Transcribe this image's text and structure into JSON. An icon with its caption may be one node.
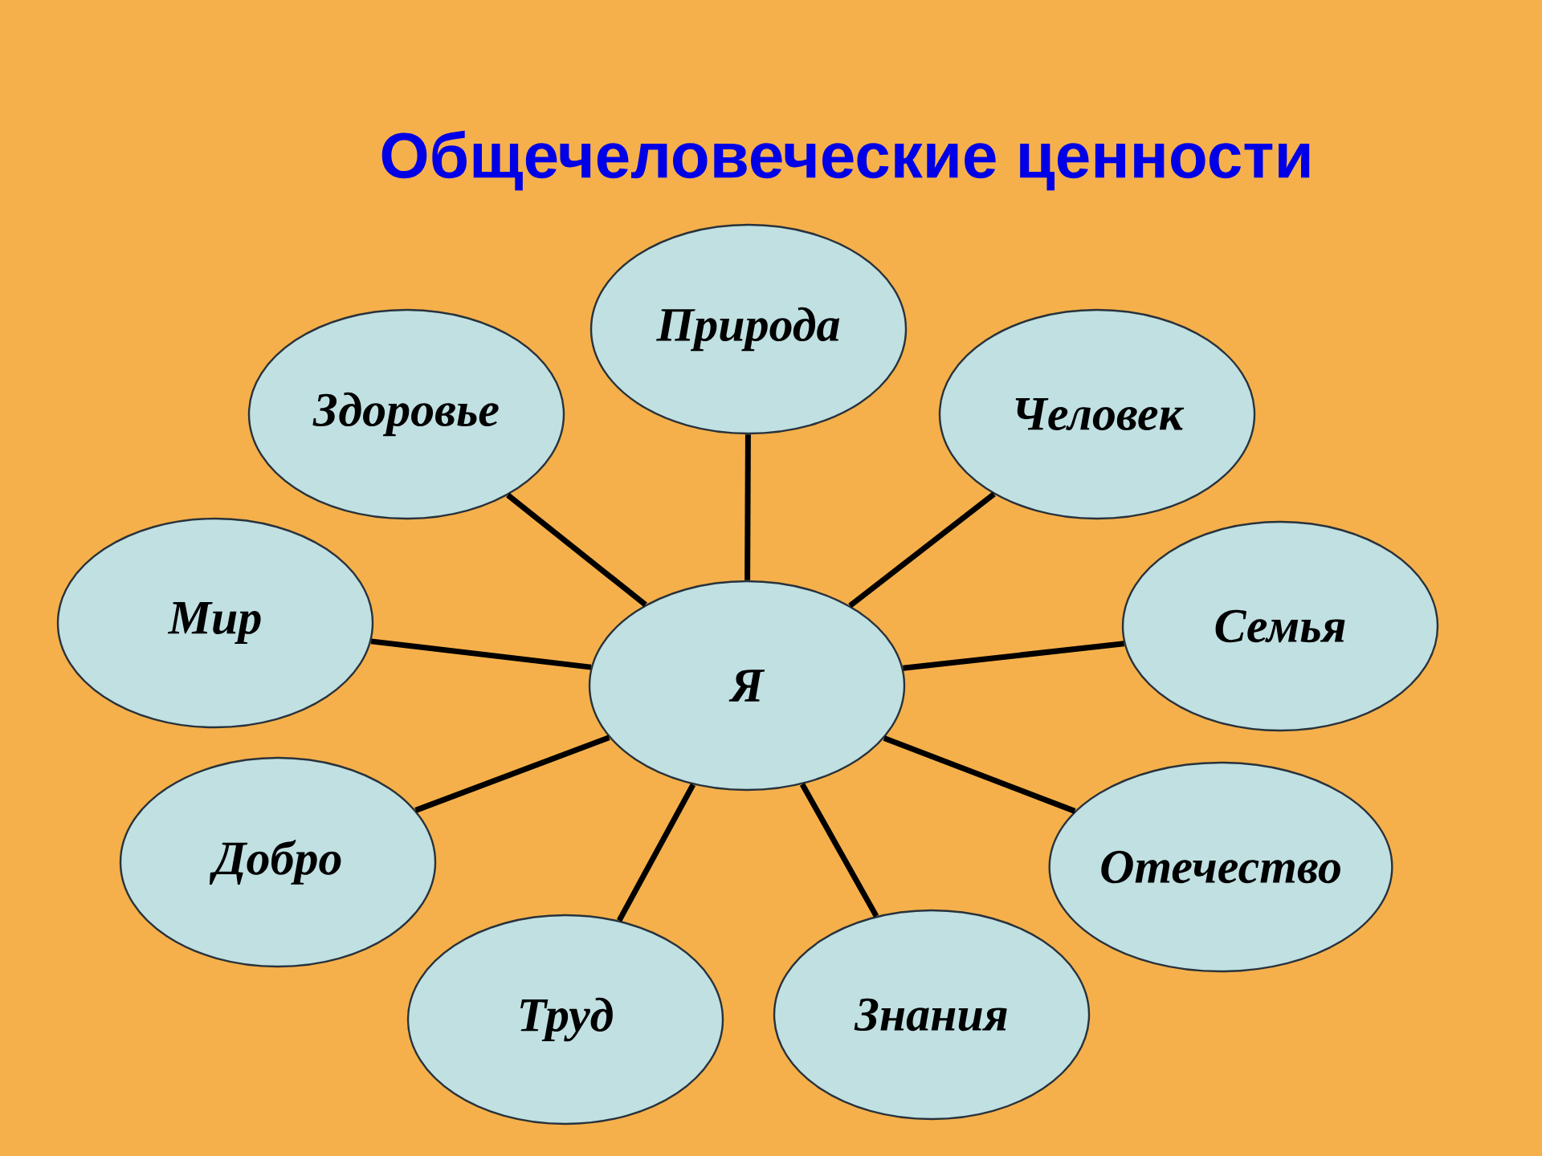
{
  "diagram": {
    "title": "Общечеловеческие ценности",
    "nodes": [
      {
        "text": [
          "Я"
        ]
      },
      {
        "text": [
          "Природа"
        ]
      },
      {
        "text": [
          "Человек"
        ]
      },
      {
        "text": [
          "Семья"
        ]
      },
      {
        "text": [
          "Отечество"
        ]
      },
      {
        "text": [
          "Знания"
        ]
      },
      {
        "text": [
          "Труд"
        ]
      },
      {
        "text": [
          "Добро"
        ]
      },
      {
        "text": [
          "Мир"
        ]
      },
      {
        "text": [
          "Здоровье"
        ]
      }
    ],
    "edges": [
      {
        "from": 0,
        "to": 1,
        "arrow": "none"
      },
      {
        "from": 0,
        "to": 2,
        "arrow": "none"
      },
      {
        "from": 0,
        "to": 3,
        "arrow": "none"
      },
      {
        "from": 0,
        "to": 4,
        "arrow": "none"
      },
      {
        "from": 0,
        "to": 5,
        "arrow": "none"
      },
      {
        "from": 0,
        "to": 6,
        "arrow": "none"
      },
      {
        "from": 0,
        "to": 7,
        "arrow": "none"
      },
      {
        "from": 0,
        "to": 8,
        "arrow": "none"
      },
      {
        "from": 0,
        "to": 9,
        "arrow": "none"
      }
    ]
  }
}
